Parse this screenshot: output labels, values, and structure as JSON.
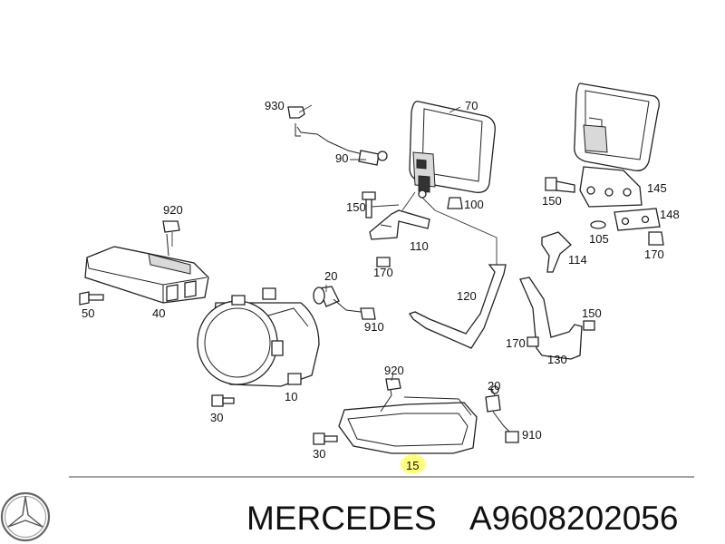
{
  "labels": {
    "p930": "930",
    "p70": "70",
    "p90": "90",
    "p150a": "150",
    "p100": "100",
    "p920a": "920",
    "p110": "110",
    "p170a": "170",
    "p20a": "20",
    "p910a": "910",
    "p50": "50",
    "p40": "40",
    "p120": "120",
    "p10": "10",
    "p30a": "30",
    "p920b": "920",
    "p20b": "20",
    "p910b": "910",
    "p30b": "30",
    "p15": "15",
    "p150b": "150",
    "p145": "145",
    "p148": "148",
    "p105": "105",
    "p170b": "170",
    "p114": "114",
    "p150c": "150",
    "p170c": "170",
    "p130": "130"
  },
  "footer": {
    "brand": "MERCEDES",
    "part_number": "A9608202056"
  },
  "colors": {
    "highlight": "#ffff66",
    "line": "#222222"
  },
  "icons": {
    "logo": "mercedes-star-icon"
  }
}
